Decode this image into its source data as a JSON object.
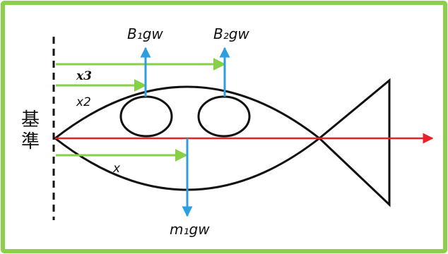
{
  "colors": {
    "frame": "#8ccf4a",
    "outline": "#111111",
    "green_arrow": "#86cf47",
    "blue_arrow": "#2f9ee0",
    "red_axis": "#e8202a",
    "datum": "#111111"
  },
  "labels": {
    "datum_char_1": "基",
    "datum_char_2": "準",
    "buoyancy_1": "B₁gw",
    "buoyancy_2": "B₂gw",
    "weight": "m₁gw",
    "x3": "x3",
    "x2": "x2",
    "x": "x"
  }
}
